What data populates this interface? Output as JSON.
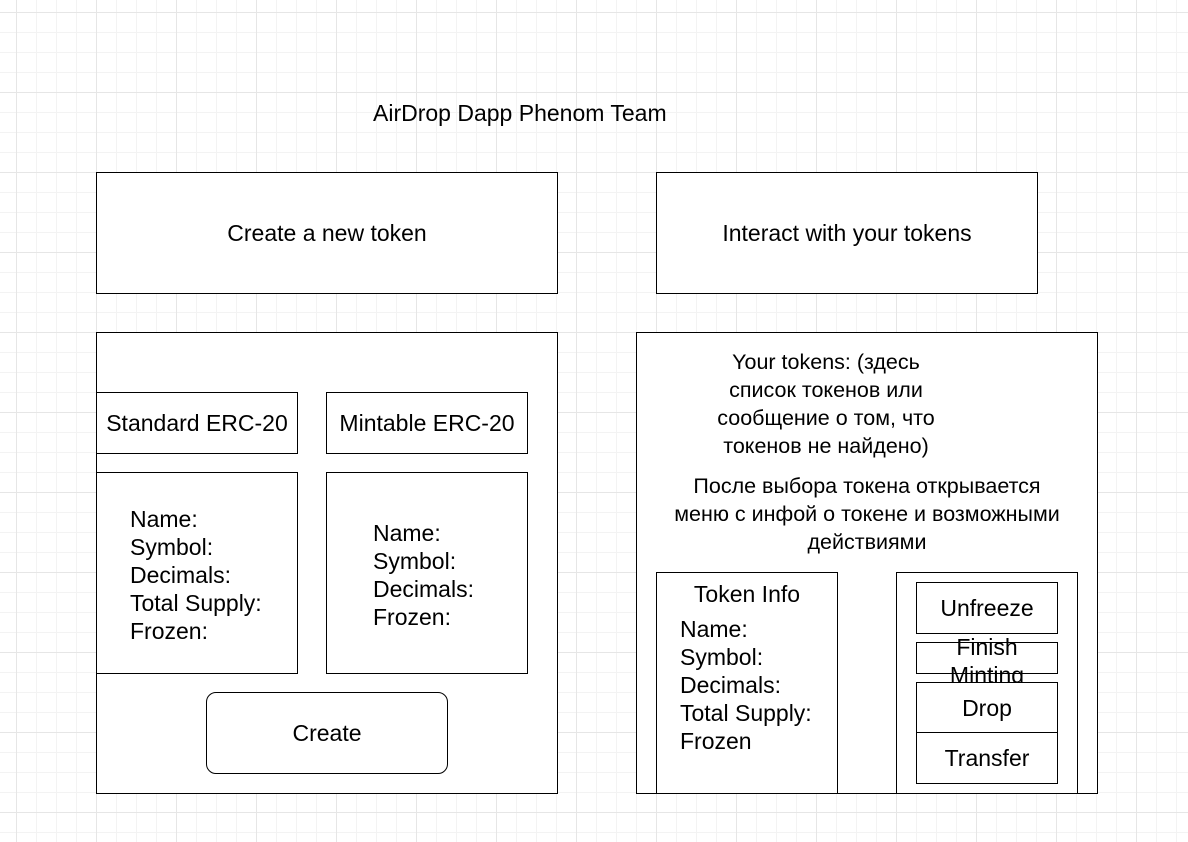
{
  "title": "AirDrop Dapp Phenom Team",
  "create_tab": "Create a new token",
  "interact_tab": "Interact with your tokens",
  "create_panel": {
    "standard_label": "Standard ERC-20",
    "mintable_label": "Mintable ERC-20",
    "standard_fields": [
      "Name:",
      "Symbol:",
      "Decimals:",
      "Total Supply:",
      "Frozen:"
    ],
    "mintable_fields": [
      "Name:",
      "Symbol:",
      "Decimals:",
      "Frozen:"
    ],
    "create_button": "Create"
  },
  "interact_panel": {
    "tokens_note_lines": [
      "Your tokens: (здесь",
      "список токенов или",
      "сообщение о том, что",
      "токенов не найдено)"
    ],
    "selection_note_lines": [
      "После выбора токена открывается",
      "меню с инфой о токене и возможными",
      "действиями"
    ],
    "token_info": {
      "title": "Token Info",
      "fields": [
        "Name:",
        "Symbol:",
        "Decimals:",
        "Total Supply:",
        "Frozen"
      ]
    },
    "actions": {
      "unfreeze": "Unfreeze",
      "finish_minting_lines": [
        "Finish",
        "Minting"
      ],
      "drop": "Drop",
      "transfer": "Transfer"
    }
  }
}
